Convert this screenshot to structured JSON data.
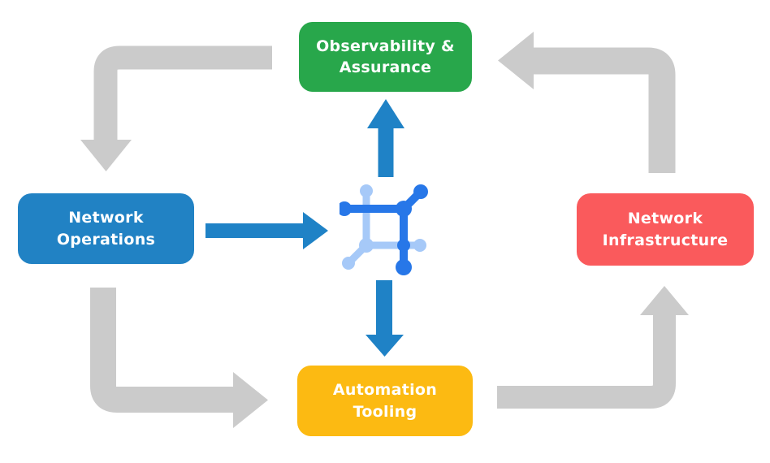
{
  "diagram": {
    "nodes": [
      {
        "id": "observability-assurance",
        "label": "Observability &\nAssurance",
        "color_key": "green"
      },
      {
        "id": "network-operations",
        "label": "Network\nOperations",
        "color_key": "blue"
      },
      {
        "id": "network-infrastructure",
        "label": "Network\nInfrastructure",
        "color_key": "red"
      },
      {
        "id": "automation-tooling",
        "label": "Automation\nTooling",
        "color_key": "yellow"
      }
    ],
    "edges": [
      {
        "from": "Observability & Assurance",
        "to": "Network Operations",
        "style": "gray-elbow"
      },
      {
        "from": "Network Operations",
        "to": "Automation Tooling",
        "style": "gray-elbow"
      },
      {
        "from": "Automation Tooling",
        "to": "Network Infrastructure",
        "style": "gray-elbow"
      },
      {
        "from": "Network Infrastructure",
        "to": "Observability & Assurance",
        "style": "gray-elbow"
      },
      {
        "from": "Network Operations",
        "to": "center-icon",
        "style": "blue-straight"
      },
      {
        "from": "center-icon",
        "to": "Observability & Assurance",
        "style": "blue-straight"
      },
      {
        "from": "center-icon",
        "to": "Automation Tooling",
        "style": "blue-straight"
      }
    ],
    "center_icon": "network-fabric-icon"
  },
  "colors": {
    "green": "#28a74b",
    "blue": "#2182c4",
    "red": "#fa5a5c",
    "yellow": "#fcba12",
    "arrow_gray": "#cbcbcb",
    "arrow_blue": "#1f82c6",
    "icon_dark": "#2777e8",
    "icon_light": "#a6c9f8",
    "text": "#ffffff",
    "background": "#ffffff"
  }
}
